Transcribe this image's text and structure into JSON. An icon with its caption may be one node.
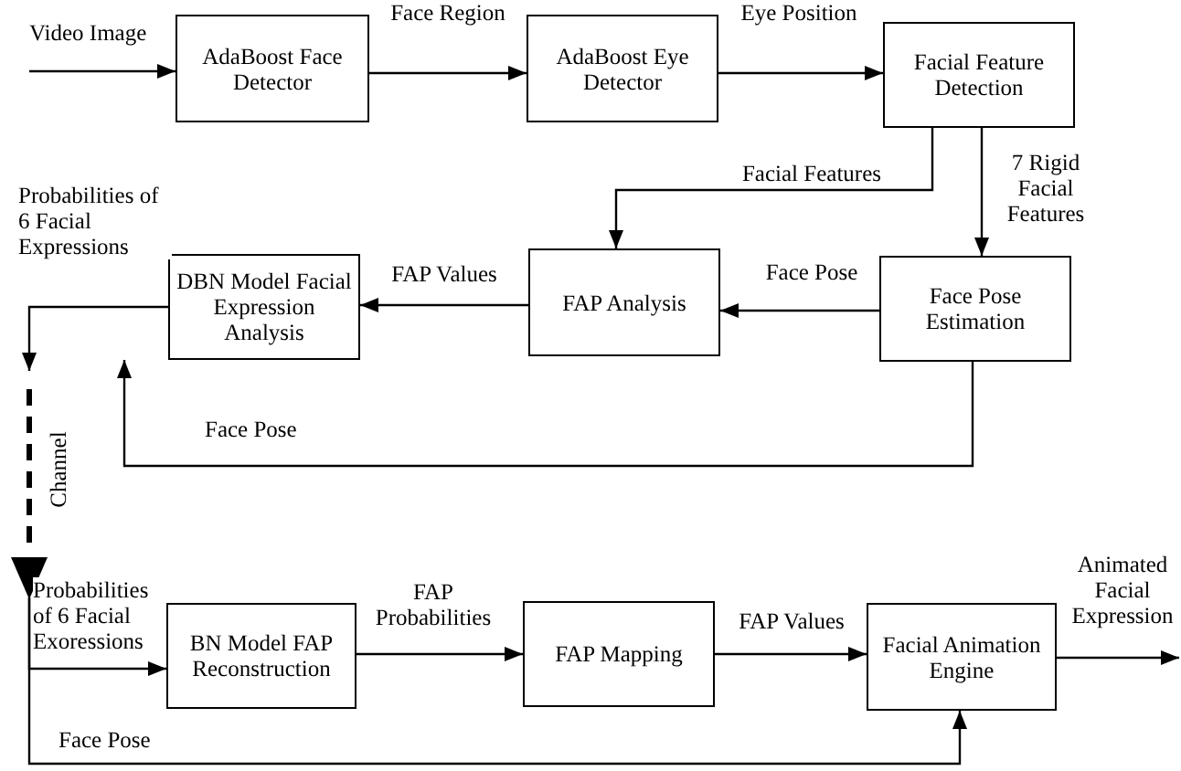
{
  "diagram": {
    "nodes": [
      {
        "text": [
          "AdaBoost Face Detector"
        ]
      },
      {
        "text": [
          "AdaBoost Eye Detector"
        ]
      },
      {
        "text": [
          "Facial Feature Detection"
        ]
      },
      {
        "text": [
          "DBN Model Facial Expression Analysis"
        ]
      },
      {
        "text": [
          "FAP Analysis"
        ]
      },
      {
        "text": [
          "Face Pose Estimation"
        ]
      },
      {
        "text": [
          "BN Model FAP Reconstruction"
        ]
      },
      {
        "text": [
          "FAP Mapping"
        ]
      },
      {
        "text": [
          "Facial Animation Engine"
        ]
      }
    ],
    "edges": [
      {
        "from": null,
        "to": 0,
        "arrow": "to",
        "label": "Video Image"
      },
      {
        "from": 0,
        "to": 1,
        "arrow": "to",
        "label": "Face Region"
      },
      {
        "from": 1,
        "to": 2,
        "arrow": "to",
        "label": "Eye Position"
      },
      {
        "from": 2,
        "to": 4,
        "arrow": "to",
        "label": "Facial Features"
      },
      {
        "from": 2,
        "to": 5,
        "arrow": "to",
        "label": "7 Rigid Facial Features"
      },
      {
        "from": 5,
        "to": 4,
        "arrow": "to",
        "label": "Face Pose"
      },
      {
        "from": 4,
        "to": 3,
        "arrow": "to",
        "label": "FAP Values"
      },
      {
        "from": 5,
        "to": 3,
        "arrow": "to",
        "label": "Face Pose"
      },
      {
        "from": 3,
        "to": null,
        "arrow": "to",
        "label": "Probabilities of 6 Facial Expressions"
      },
      {
        "from": null,
        "to": 6,
        "arrow": "to",
        "label": "Probabilities of 6 Facial Exoressions"
      },
      {
        "from": null,
        "to": 8,
        "arrow": "to",
        "label": "Face Pose"
      },
      {
        "from": 6,
        "to": 7,
        "arrow": "to",
        "label": "FAP Probabilities"
      },
      {
        "from": 7,
        "to": 8,
        "arrow": "to",
        "label": "FAP Values"
      },
      {
        "from": 8,
        "to": null,
        "arrow": "to",
        "label": "Animated Facial Expression"
      }
    ],
    "labels": [
      "Channel"
    ]
  }
}
